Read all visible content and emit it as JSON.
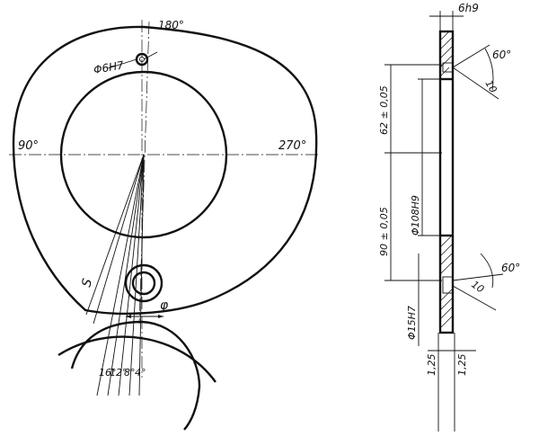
{
  "cam_view": {
    "angle_top": "180°",
    "angle_left": "90°",
    "angle_right": "270°",
    "hole_label": "Φ6H7",
    "curve_label": "S",
    "phi_label": "φ",
    "ray_angles": [
      "16°",
      "12°",
      "8°",
      "4°"
    ]
  },
  "section_view": {
    "thickness_label": "6h9",
    "chamfer_angle_top": "60°",
    "chamfer_len_top": "10",
    "chamfer_angle_bottom": "60°",
    "chamfer_len_bottom": "10",
    "dim_upper": "62 ± 0,05",
    "dim_lower": "90 ± 0,05",
    "bore_label": "Φ108H9",
    "pin_hole_label": "Φ15H7",
    "offset_left": "1,25",
    "offset_right": "1,25"
  }
}
